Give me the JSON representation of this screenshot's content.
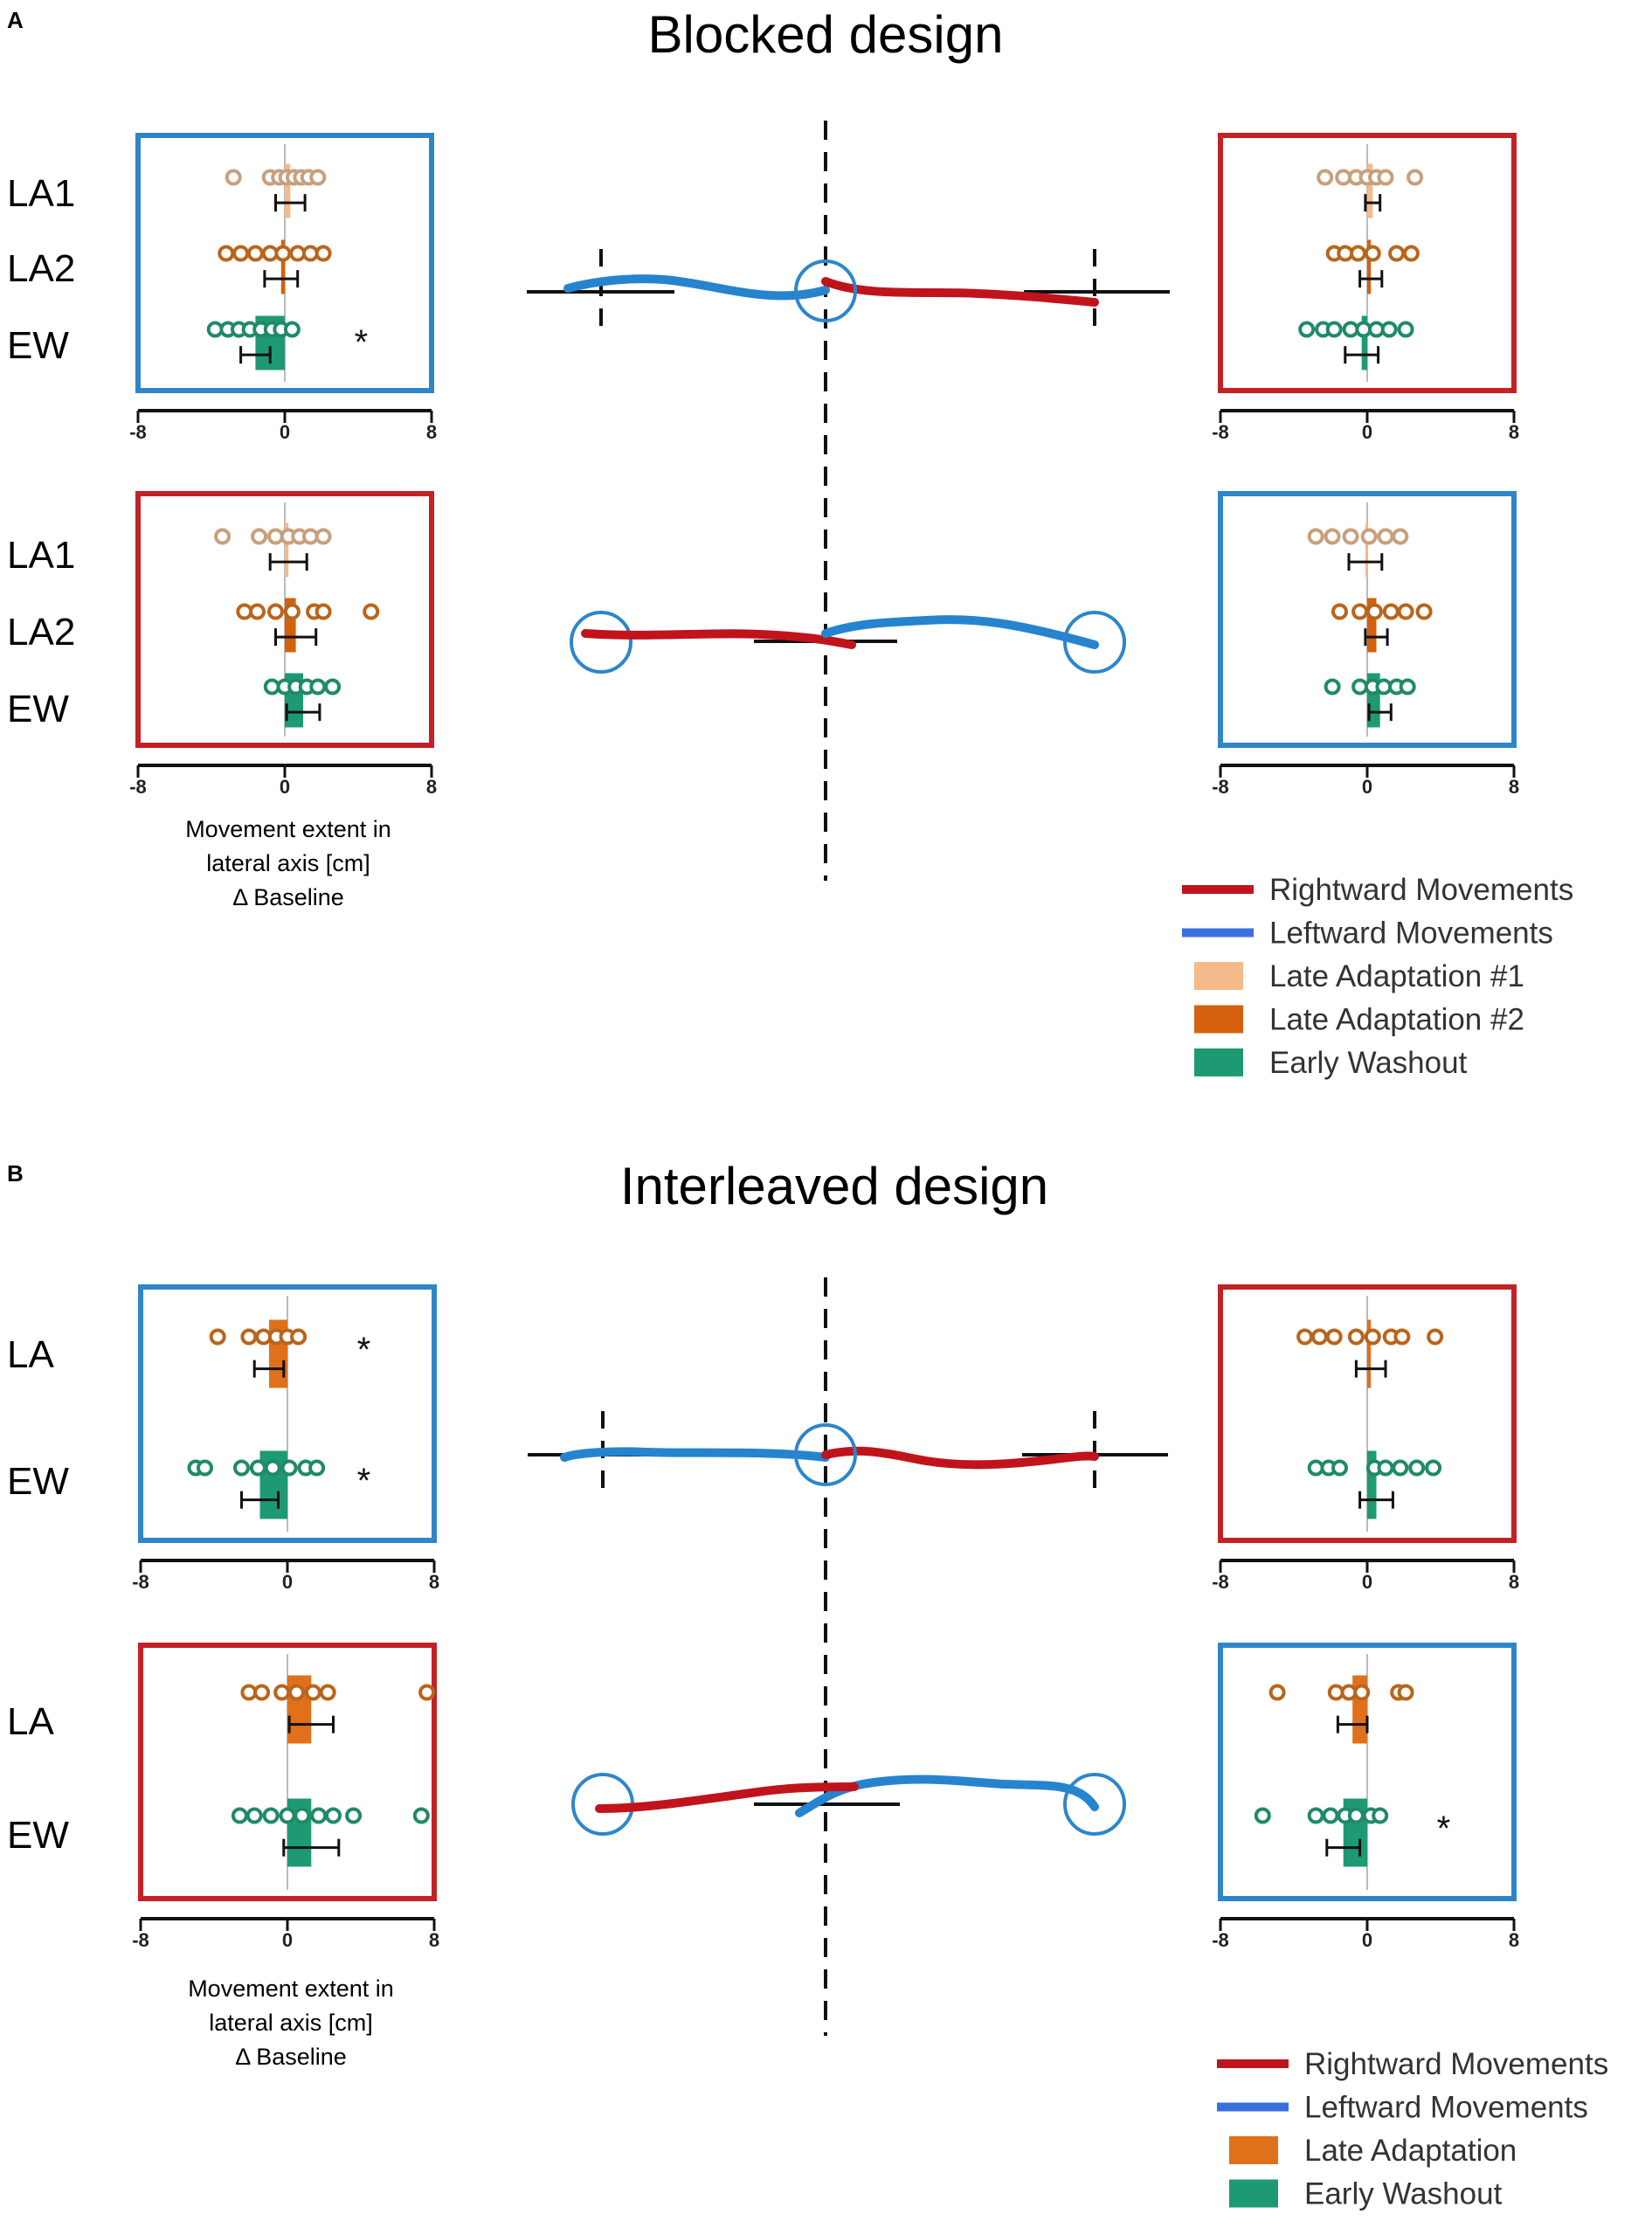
{
  "colors": {
    "blue_frame": "#2e86c9",
    "red_frame": "#c42127",
    "traj_right": "#c0141c",
    "traj_left": "#2684cf",
    "late_adaptation_1": "#f6b98a",
    "late_adaptation_2": "#d5600e",
    "late_adaptation": "#e0701a",
    "early_washout": "#1d9a74",
    "dots_la1": "#c7a07d",
    "dots_la": "#b9651c",
    "dots_ew": "#1f8a68"
  },
  "panel_a": {
    "letter": "A",
    "title": "Blocked design",
    "axis_caption": [
      "Movement extent in",
      "lateral axis [cm]",
      "Δ Baseline"
    ],
    "legend": [
      {
        "label": "Rightward Movements",
        "kind": "line",
        "color": "#c0141c"
      },
      {
        "label": "Leftward Movements",
        "kind": "line",
        "color": "#3b6fe0"
      },
      {
        "label": "Late Adaptation #1",
        "kind": "box",
        "color": "#f6b98a"
      },
      {
        "label": "Late Adaptation #2",
        "kind": "box",
        "color": "#d5600e"
      },
      {
        "label": "Early Washout",
        "kind": "box",
        "color": "#1d9a74"
      }
    ]
  },
  "panel_b": {
    "letter": "B",
    "title": "Interleaved design",
    "axis_caption": [
      "Movement extent in",
      "lateral axis [cm]",
      "Δ Baseline"
    ],
    "legend": [
      {
        "label": "Rightward Movements",
        "kind": "line",
        "color": "#c0141c"
      },
      {
        "label": "Leftward Movements",
        "kind": "line",
        "color": "#3b6fe0"
      },
      {
        "label": "Late Adaptation",
        "kind": "box",
        "color": "#e0701a"
      },
      {
        "label": "Early Washout",
        "kind": "box",
        "color": "#1d9a74"
      }
    ]
  },
  "chart_data": [
    {
      "type": "bar",
      "panel": "A",
      "title": "Blocked design",
      "xlabel": "Movement extent in lateral axis [cm] Δ Baseline",
      "xlim": [
        -8,
        8
      ],
      "xticks": [
        "-8",
        "0",
        "8"
      ],
      "subplots": [
        {
          "id": "a-top-left",
          "frame": "blue",
          "categories": [
            "LA1",
            "LA2",
            "EW"
          ],
          "means": [
            0.3,
            -0.2,
            -1.6
          ],
          "sem": [
            0.8,
            0.9,
            0.8
          ],
          "points": [
            [
              -2.8,
              -0.8,
              -0.3,
              0.1,
              0.5,
              0.9,
              1.3,
              1.8
            ],
            [
              -3.2,
              -2.4,
              -1.6,
              -0.8,
              -0.1,
              0.7,
              1.4,
              2.1
            ],
            [
              -3.8,
              -3.1,
              -2.5,
              -1.9,
              -1.3,
              -0.7,
              -0.2,
              0.4
            ]
          ],
          "colors": [
            "#f6b98a",
            "#d5600e",
            "#1d9a74"
          ],
          "significance": [
            null,
            null,
            "*"
          ]
        },
        {
          "id": "a-top-right",
          "frame": "red",
          "categories": [
            "LA1",
            "LA2",
            "EW"
          ],
          "means": [
            0.3,
            0.2,
            -0.3
          ],
          "sem": [
            0.4,
            0.6,
            0.9
          ],
          "points": [
            [
              -2.3,
              -1.3,
              -0.6,
              0.0,
              0.5,
              1.0,
              2.6
            ],
            [
              -1.8,
              -1.2,
              -0.5,
              0.3,
              1.6,
              2.4
            ],
            [
              -3.3,
              -2.4,
              -1.8,
              -0.9,
              -0.2,
              0.5,
              1.2,
              2.1
            ]
          ],
          "colors": [
            "#f6b98a",
            "#d5600e",
            "#1d9a74"
          ],
          "significance": [
            null,
            null,
            null
          ]
        },
        {
          "id": "a-bottom-left",
          "frame": "red",
          "categories": [
            "LA1",
            "LA2",
            "EW"
          ],
          "means": [
            0.2,
            0.6,
            1.0
          ],
          "sem": [
            1.0,
            1.1,
            0.9
          ],
          "points": [
            [
              -3.4,
              -1.4,
              -0.5,
              0.2,
              0.8,
              1.4,
              2.1
            ],
            [
              -2.2,
              -1.5,
              -0.5,
              0.4,
              1.6,
              2.1,
              4.7
            ],
            [
              -0.7,
              0.0,
              0.6,
              1.2,
              1.8,
              2.6
            ]
          ],
          "colors": [
            "#f6b98a",
            "#d5600e",
            "#1d9a74"
          ],
          "significance": [
            null,
            null,
            null
          ]
        },
        {
          "id": "a-bottom-right",
          "frame": "blue",
          "categories": [
            "LA1",
            "LA2",
            "EW"
          ],
          "means": [
            -0.1,
            0.5,
            0.7
          ],
          "sem": [
            0.9,
            0.6,
            0.6
          ],
          "points": [
            [
              -2.8,
              -1.9,
              -0.9,
              0.1,
              1.0,
              1.8
            ],
            [
              -1.5,
              -0.4,
              0.4,
              1.3,
              2.1,
              3.1
            ],
            [
              -1.9,
              -0.4,
              0.3,
              0.9,
              1.6,
              2.2
            ]
          ],
          "colors": [
            "#f6b98a",
            "#d5600e",
            "#1d9a74"
          ],
          "significance": [
            null,
            null,
            null
          ]
        }
      ]
    },
    {
      "type": "bar",
      "panel": "B",
      "title": "Interleaved design",
      "xlabel": "Movement extent in lateral axis [cm] Δ Baseline",
      "xlim": [
        -8,
        8
      ],
      "xticks": [
        "-8",
        "0",
        "8"
      ],
      "subplots": [
        {
          "id": "b-top-left",
          "frame": "blue",
          "categories": [
            "LA",
            "EW"
          ],
          "means": [
            -1.0,
            -1.5
          ],
          "sem": [
            0.8,
            1.0
          ],
          "points": [
            [
              -3.8,
              -2.1,
              -1.3,
              -0.6,
              0.0,
              0.6
            ],
            [
              -5.0,
              -4.5,
              -2.5,
              -1.6,
              -0.8,
              0.1,
              1.0,
              1.6
            ]
          ],
          "colors": [
            "#e0701a",
            "#1d9a74"
          ],
          "significance": [
            "*",
            "*"
          ]
        },
        {
          "id": "b-top-right",
          "frame": "red",
          "categories": [
            "LA",
            "EW"
          ],
          "means": [
            0.2,
            0.5
          ],
          "sem": [
            0.8,
            0.9
          ],
          "points": [
            [
              -3.4,
              -2.6,
              -1.8,
              -0.6,
              0.3,
              1.3,
              1.9,
              3.7
            ],
            [
              -2.8,
              -2.1,
              -1.5,
              0.4,
              1.0,
              1.8,
              2.7,
              3.6
            ]
          ],
          "colors": [
            "#e0701a",
            "#1d9a74"
          ],
          "significance": [
            null,
            null
          ]
        },
        {
          "id": "b-bottom-left",
          "frame": "red",
          "categories": [
            "LA",
            "EW"
          ],
          "means": [
            1.3,
            1.3
          ],
          "sem": [
            1.2,
            1.5
          ],
          "points": [
            [
              -2.1,
              -1.4,
              -0.3,
              0.5,
              1.4,
              2.2,
              7.6
            ],
            [
              -2.6,
              -1.8,
              -0.9,
              0.0,
              0.8,
              1.7,
              2.5,
              3.6,
              7.3
            ]
          ],
          "colors": [
            "#e0701a",
            "#1d9a74"
          ],
          "significance": [
            null,
            null
          ]
        },
        {
          "id": "b-bottom-right",
          "frame": "blue",
          "categories": [
            "LA",
            "EW"
          ],
          "means": [
            -0.8,
            -1.3
          ],
          "sem": [
            0.8,
            0.9
          ],
          "points": [
            [
              -4.9,
              -1.7,
              -1.0,
              -0.3,
              1.7,
              2.1
            ],
            [
              -5.7,
              -2.8,
              -2.0,
              -1.2,
              -0.6,
              0.2,
              0.7
            ]
          ],
          "colors": [
            "#e0701a",
            "#1d9a74"
          ],
          "significance": [
            null,
            "*"
          ]
        }
      ]
    }
  ]
}
